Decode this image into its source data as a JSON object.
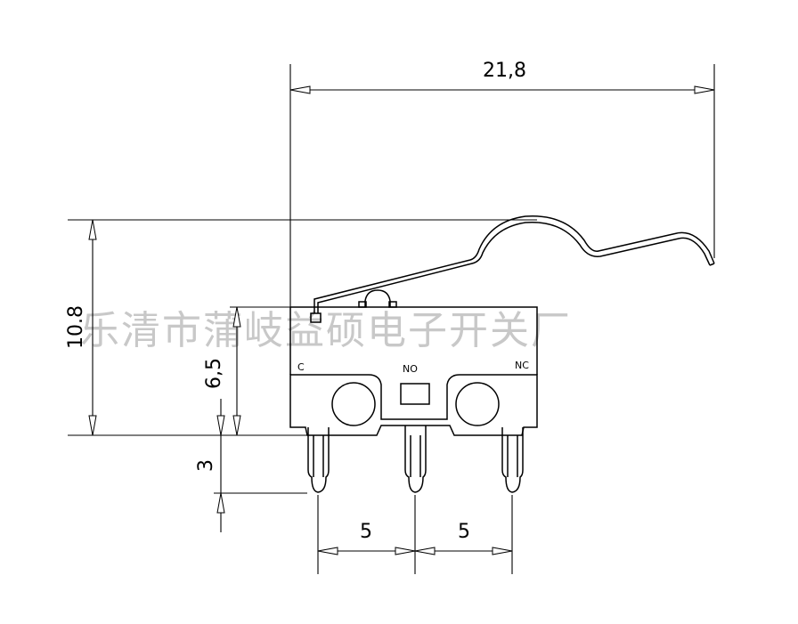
{
  "dimensions": {
    "overall_length": "21,8",
    "overall_height": "10.8",
    "body_height": "6,5",
    "pin_length": "3",
    "pitch_left": "5",
    "pitch_right": "5"
  },
  "pins": {
    "common": "C",
    "normally_open": "NO",
    "normally_closed": "NC"
  },
  "watermark": "乐清市蒲岐益硕电子开关厂"
}
